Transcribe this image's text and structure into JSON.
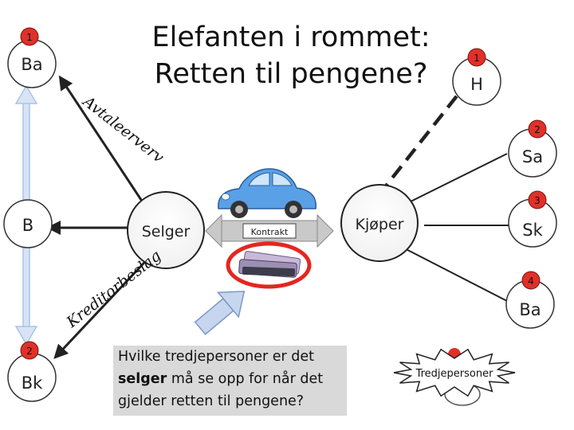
{
  "title": {
    "line1": "Elefanten i rommet:",
    "line2": "Retten til pengene?"
  },
  "nodes": {
    "seller": "Selger",
    "buyer": "Kjøper",
    "ba_top": "Ba",
    "h": "H",
    "sa": "Sa",
    "b": "B",
    "sk": "Sk",
    "ba_right": "Ba",
    "bk": "Bk"
  },
  "badges": {
    "ba_top": "1",
    "h": "1",
    "sa": "2",
    "sk": "3",
    "ba_right": "4",
    "bk": "2"
  },
  "contract_label": "Kontrakt",
  "edge_labels": {
    "avtaleerverv": "Avtaleerverv",
    "kreditorbeslag": "Kreditorbeslag"
  },
  "question": {
    "part1": "Hvilke tredjepersoner er det",
    "bold": "selger",
    "part2": " må se opp for når det",
    "part3": "gjelder retten til pengene?"
  },
  "third_parties": "Tredjepersoner",
  "colors": {
    "badge": "#e0302a",
    "node_stroke": "#333333",
    "seller_fill": "#ffffff",
    "vertical_arrow": "#a9c4e8",
    "question_arrow": "#b8cbe8",
    "red_circle": "#e52620",
    "car": "#5aa0e6"
  }
}
